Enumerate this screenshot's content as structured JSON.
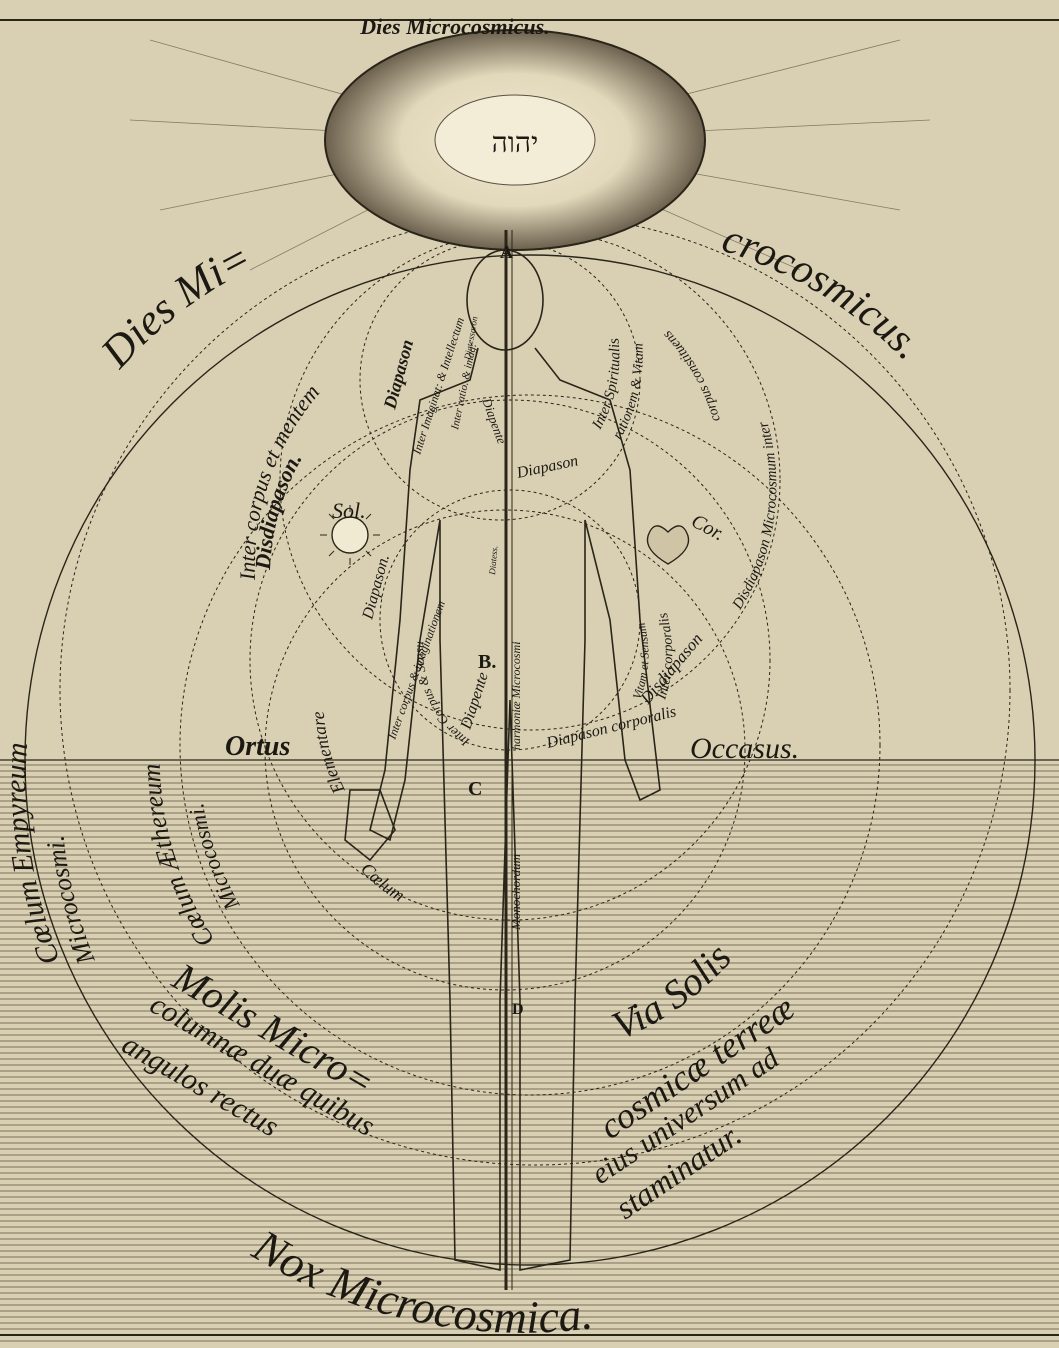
{
  "title": "Dies Microcosmicus.",
  "tetragram": "יהוה",
  "day_upper_left": "Dies Mi=",
  "day_upper_right": "crocosmicus.",
  "night": "Nox Microcosmica.",
  "empyrean": [
    "Cœlum Empyreum",
    "Microcosmi."
  ],
  "aethereal": [
    "Cœlum Æthereum",
    "Microcosmi."
  ],
  "elemental": [
    "Elementare",
    "Cœlum"
  ],
  "sun_label": "Sol.",
  "heart_label": "Cor.",
  "rising": "Ortus",
  "setting": "Occasus.",
  "sun_path": "Via Solis",
  "pillars_left": [
    "Molis Micro=",
    "columnæ duæ quibus",
    "angulos rectus"
  ],
  "pillars_right": [
    "cosmicæ terreæ",
    "eius universum ad",
    "staminatur."
  ],
  "letters": {
    "a": "A",
    "b": "B.",
    "c": "C",
    "d": "D"
  },
  "monochord": "Monochordum",
  "harmony": "harmoniæ Microcosmi",
  "intervals": {
    "disdiapason_left": "Disdiapason.",
    "inter_corpus_mentem": "Inter corpus et mentem",
    "diapason_upper": "Diapason",
    "inter_imag_intell": "Inter Imaginat: & Intellectum",
    "inter_ratio_imag": "Inter ratio. & imag:",
    "diatessaron": "Diatessaron",
    "diapente_upper": "Diapente",
    "inter_spiritualis": "Inter Spiritualis",
    "rationem_vitam": "rationem & Vitam",
    "diapason_inter_microcosmum": "Disdiapason Microcosmum inter",
    "corpus_constituens": "corpus constituens",
    "diapason_mid": "Diapason",
    "inter_corporalis": "Inter corporalis",
    "vitam_sensum": "Vitam et Sensum",
    "diapason_corporalis": "Diapason corporalis",
    "disdiapason_right": "Disdiapason",
    "inter_corpus_imag": "Inter corpus & imaginationem",
    "diapason_left": "Diapason.",
    "inter_corpus_sensu": "Inter Corpus & Sensu",
    "diapente_lower": "Diapente",
    "diatess": "Diatess."
  }
}
